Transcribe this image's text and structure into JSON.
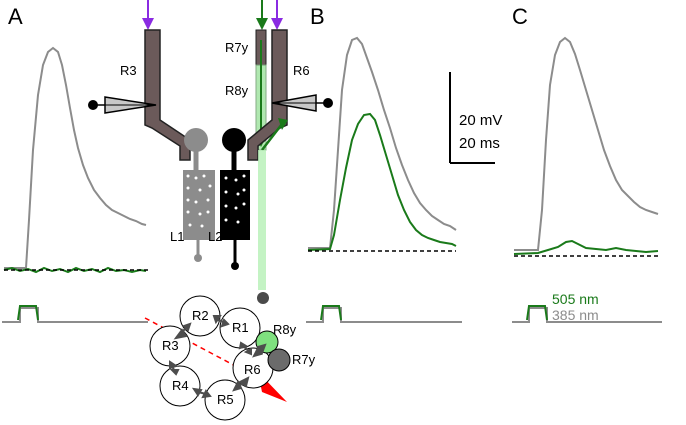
{
  "panels": {
    "a": "A",
    "b": "B",
    "c": "C"
  },
  "photoreceptors": {
    "r3": "R3",
    "r6": "R6",
    "r7y": "R7y",
    "r8y": "R8y"
  },
  "interneurons": {
    "l1": "L1",
    "l2": "L2"
  },
  "cross_section": {
    "r1": "R1",
    "r2": "R2",
    "r3": "R3",
    "r4": "R4",
    "r5": "R5",
    "r6": "R6",
    "r7y": "R7y",
    "r8y": "R8y"
  },
  "scale_bar": {
    "voltage": "20 mV",
    "time": "20 ms"
  },
  "legend": {
    "green": "505 nm",
    "gray": "385 nm"
  },
  "colors": {
    "green": "#1a7a1a",
    "gray": "#8c8c8c",
    "violet": "#8a2be2",
    "red": "#ff0000",
    "light_green": "#7fe07f",
    "dark_gray": "#4d4d4d"
  }
}
